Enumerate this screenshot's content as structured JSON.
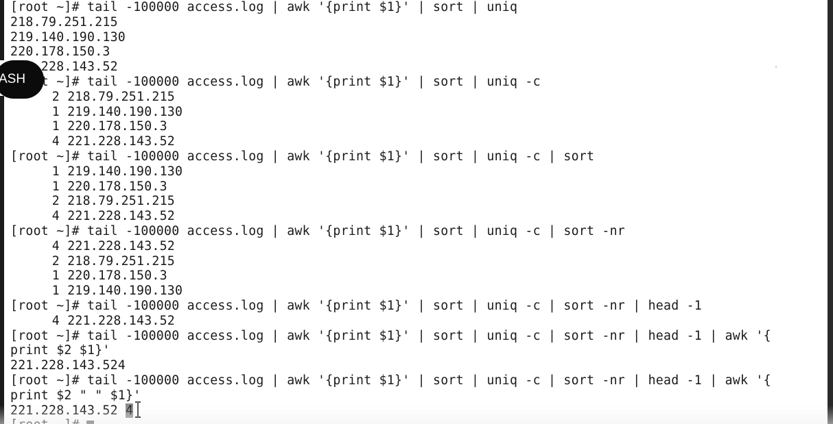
{
  "terminal": {
    "lines": [
      {
        "kind": "command",
        "prompt": "[root ~]#",
        "text": " tail -100000 access.log | awk '{print $1}' | sort | uniq"
      },
      {
        "kind": "output",
        "text": "218.79.251.215"
      },
      {
        "kind": "output",
        "text": "219.140.190.130"
      },
      {
        "kind": "output",
        "text": "220.178.150.3"
      },
      {
        "kind": "output",
        "text": "221.228.143.52"
      },
      {
        "kind": "command",
        "prompt": "[root ~]#",
        "text": " tail -100000 access.log | awk '{print $1}' | sort | uniq -c"
      },
      {
        "kind": "count",
        "count": "2",
        "text": "218.79.251.215"
      },
      {
        "kind": "count",
        "count": "1",
        "text": "219.140.190.130"
      },
      {
        "kind": "count",
        "count": "1",
        "text": "220.178.150.3"
      },
      {
        "kind": "count",
        "count": "4",
        "text": "221.228.143.52"
      },
      {
        "kind": "command",
        "prompt": "[root ~]#",
        "text": " tail -100000 access.log | awk '{print $1}' | sort | uniq -c | sort"
      },
      {
        "kind": "count",
        "count": "1",
        "text": "219.140.190.130"
      },
      {
        "kind": "count",
        "count": "1",
        "text": "220.178.150.3"
      },
      {
        "kind": "count",
        "count": "2",
        "text": "218.79.251.215"
      },
      {
        "kind": "count",
        "count": "4",
        "text": "221.228.143.52"
      },
      {
        "kind": "command",
        "prompt": "[root ~]#",
        "text": " tail -100000 access.log | awk '{print $1}' | sort | uniq -c | sort -nr"
      },
      {
        "kind": "count",
        "count": "4",
        "text": "221.228.143.52"
      },
      {
        "kind": "count",
        "count": "2",
        "text": "218.79.251.215"
      },
      {
        "kind": "count",
        "count": "1",
        "text": "220.178.150.3"
      },
      {
        "kind": "count",
        "count": "1",
        "text": "219.140.190.130"
      },
      {
        "kind": "command",
        "prompt": "[root ~]#",
        "text": " tail -100000 access.log | awk '{print $1}' | sort | uniq -c | sort -nr | head -1"
      },
      {
        "kind": "count",
        "count": "4",
        "text": "221.228.143.52"
      },
      {
        "kind": "command",
        "prompt": "[root ~]#",
        "text": " tail -100000 access.log | awk '{print $1}' | sort | uniq -c | sort -nr | head -1 | awk '{"
      },
      {
        "kind": "output",
        "text": "print $2 $1}'"
      },
      {
        "kind": "output",
        "text": "221.228.143.524"
      },
      {
        "kind": "command",
        "prompt": "[root ~]#",
        "text": " tail -100000 access.log | awk '{print $1}' | sort | uniq -c | sort -nr | head -1 | awk '{"
      },
      {
        "kind": "output",
        "text": "print $2 \" \" $1}'"
      },
      {
        "kind": "selected",
        "text": "221.228.143.52 ",
        "selected": "4"
      },
      {
        "kind": "prompt-only",
        "prompt": "[root ~]#"
      }
    ]
  },
  "badge": {
    "label": "ASH"
  },
  "icons": {
    "mouse_pointer": "i-beam-cursor-icon",
    "terminal_caret": "block-caret-icon"
  },
  "colors": {
    "background": "#ffffff",
    "text": "#1a1a1a",
    "badge": "#0b0b0b",
    "selection": "#8a8a8a"
  }
}
